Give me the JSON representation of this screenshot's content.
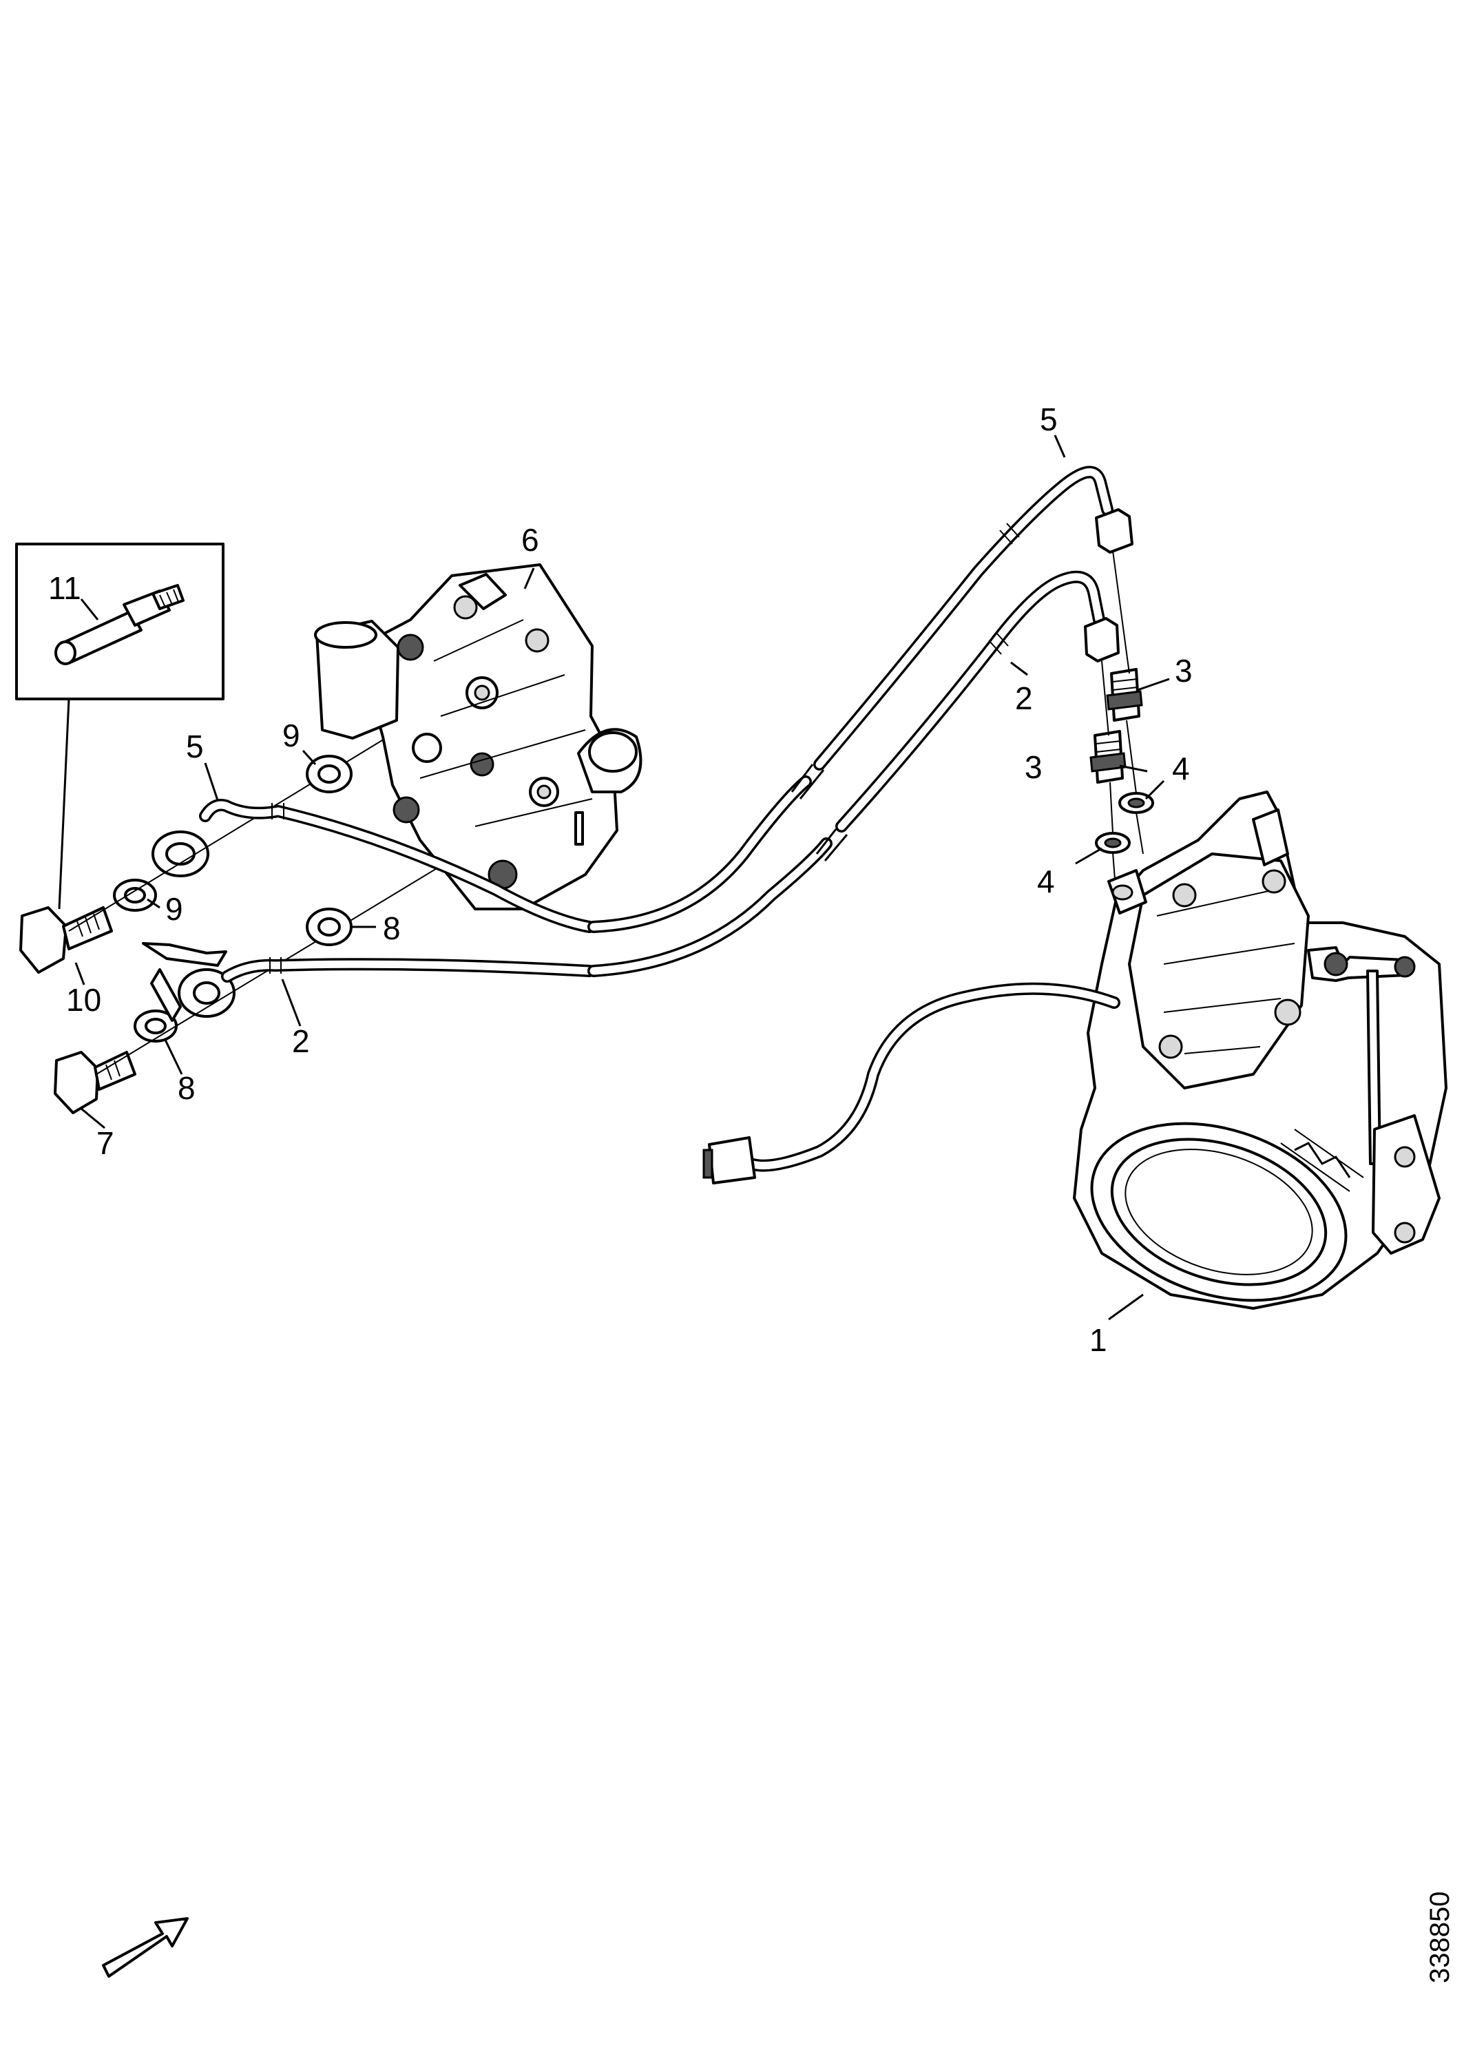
{
  "diagram": {
    "labels": {
      "p1": "1",
      "p2_right": "2",
      "p2_left": "2",
      "p3_upper": "3",
      "p3_lower": "3",
      "p4_upper": "4",
      "p4_lower": "4",
      "p5_right": "5",
      "p5_left": "5",
      "p6": "6",
      "p7": "7",
      "p8_upper": "8",
      "p8_lower": "8",
      "p9_upper": "9",
      "p9_lower": "9",
      "p10": "10",
      "p11": "11"
    },
    "reference_number": "338850"
  }
}
